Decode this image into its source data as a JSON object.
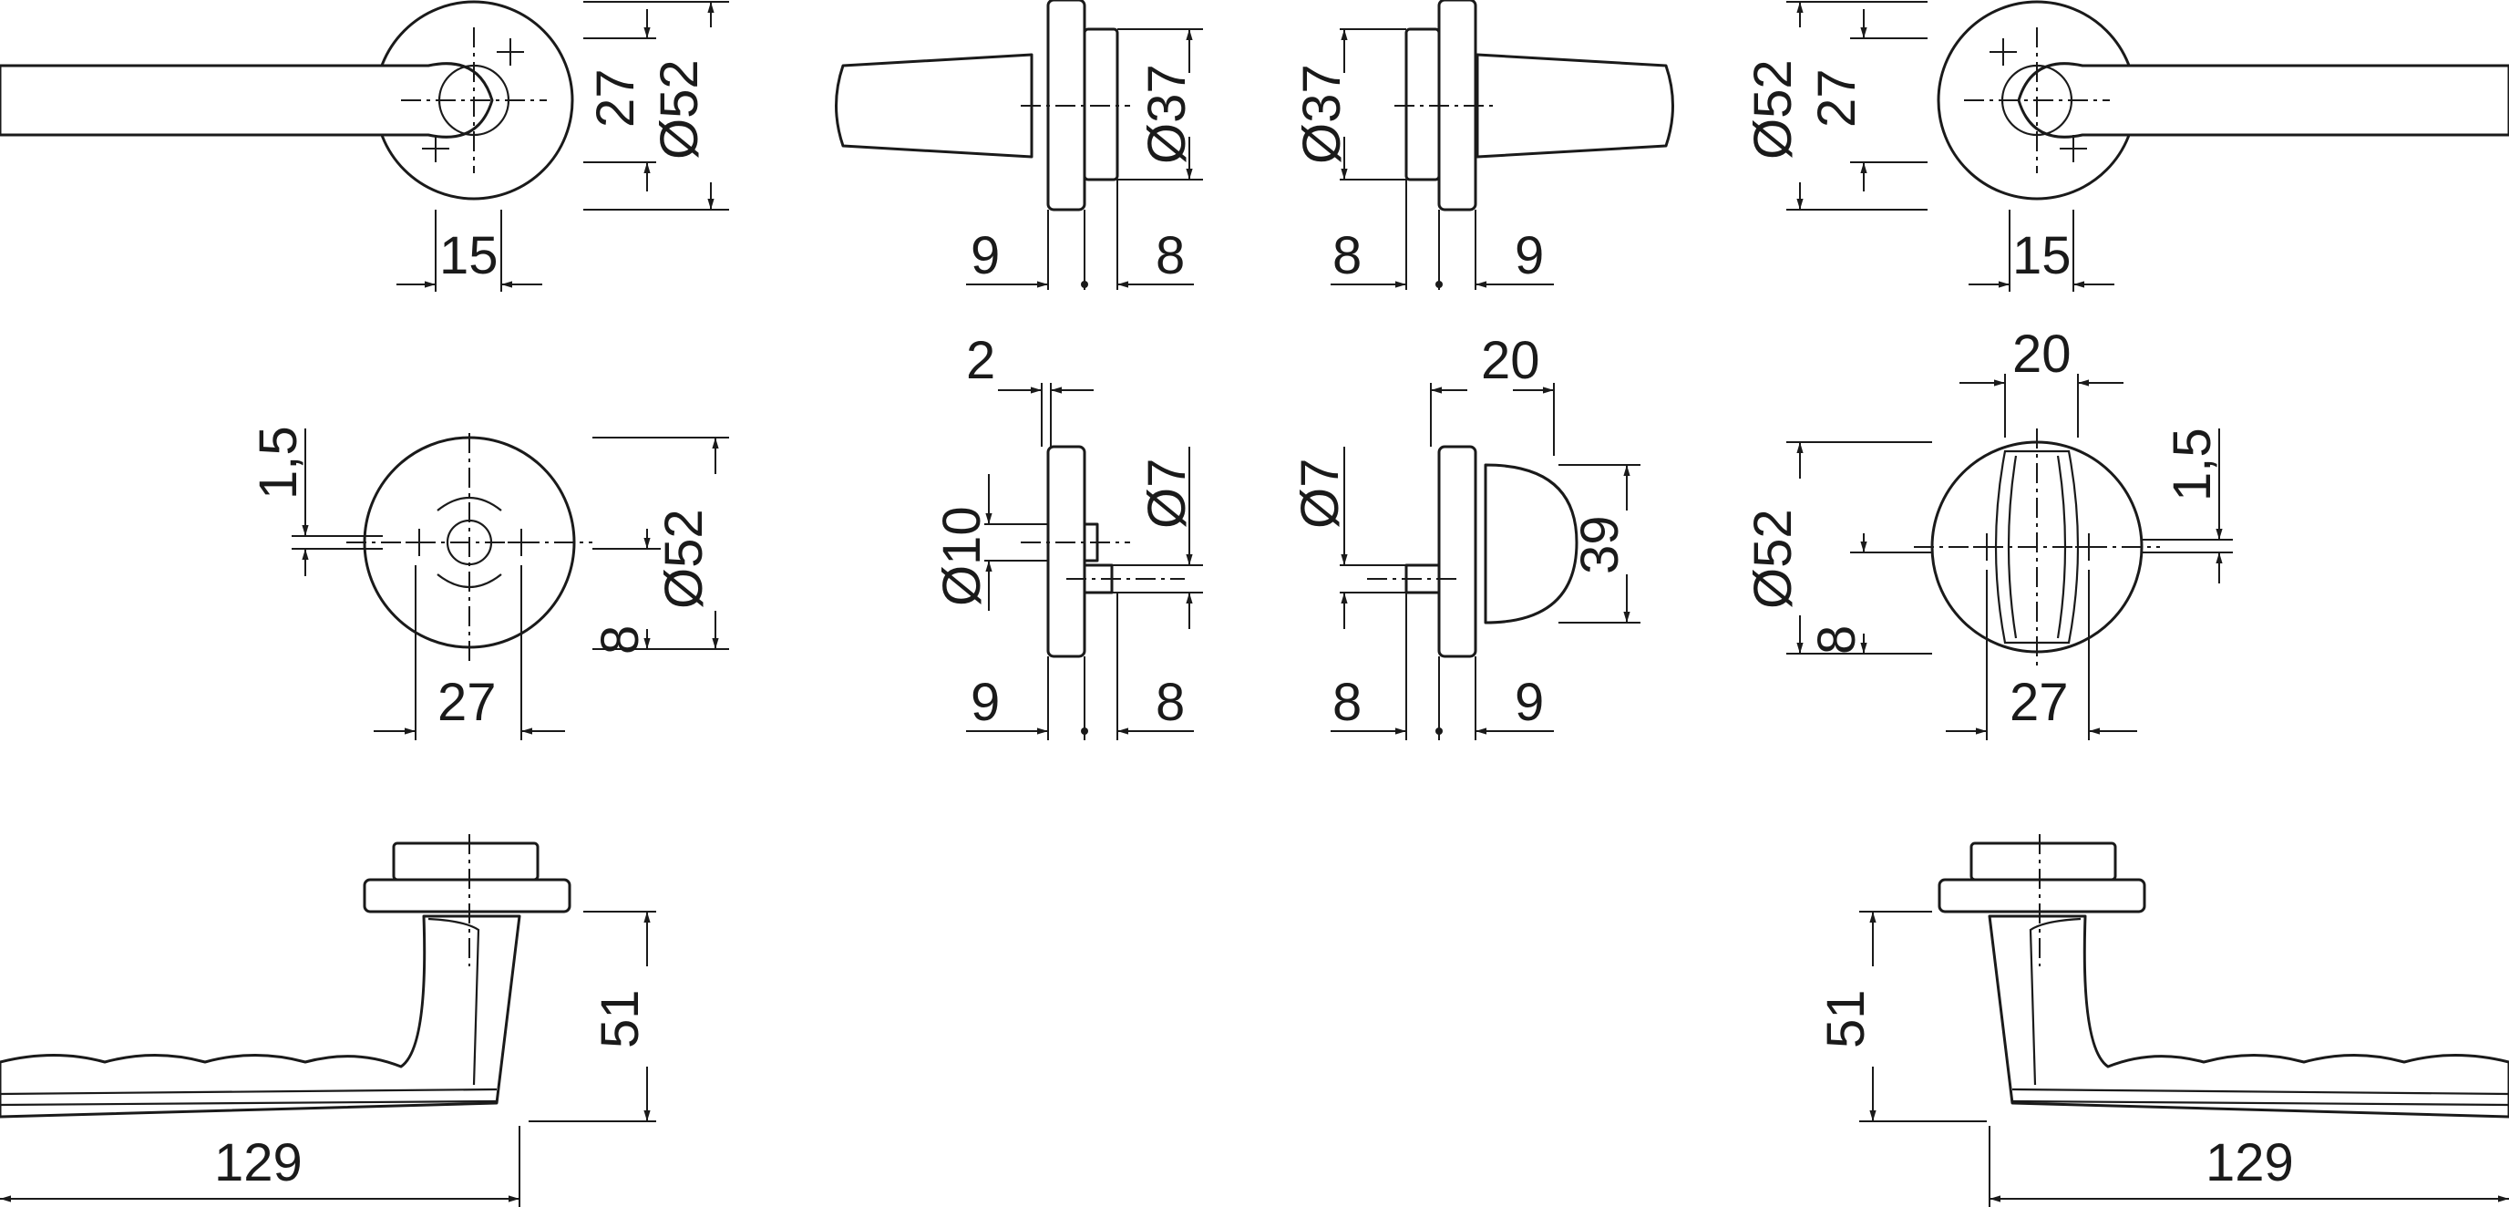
{
  "colors": {
    "background": "#ffffff",
    "line": "#1a1a1a"
  },
  "dimensions": {
    "lever_top_left": {
      "width": "15",
      "rose_height": "27",
      "rose_diameter": "Ø52"
    },
    "rose_side_left": {
      "diameter": "Ø37",
      "left_thickness": "9",
      "right_thickness": "8"
    },
    "rose_side_right": {
      "diameter": "Ø37",
      "left_thickness": "8",
      "right_thickness": "9"
    },
    "lever_top_right": {
      "width": "15",
      "rose_height": "27",
      "rose_diameter": "Ø52"
    },
    "turn_rose_front": {
      "offset": "1,5",
      "spacing": "27",
      "offset_low": "8",
      "diameter": "Ø52"
    },
    "spindle_side": {
      "plate": "2",
      "diameter_large": "Ø10",
      "diameter_small": "Ø7",
      "left_thickness": "9",
      "right_thickness": "8"
    },
    "knob_side": {
      "width": "20",
      "diameter_small": "Ø7",
      "height": "39",
      "left_thickness": "8",
      "right_thickness": "9"
    },
    "knob_front": {
      "width": "20",
      "offset": "1,5",
      "spacing": "27",
      "offset_low": "8",
      "diameter": "Ø52"
    },
    "lever_side_left": {
      "height": "51",
      "length": "129"
    },
    "lever_side_right": {
      "height": "51",
      "length": "129"
    }
  }
}
